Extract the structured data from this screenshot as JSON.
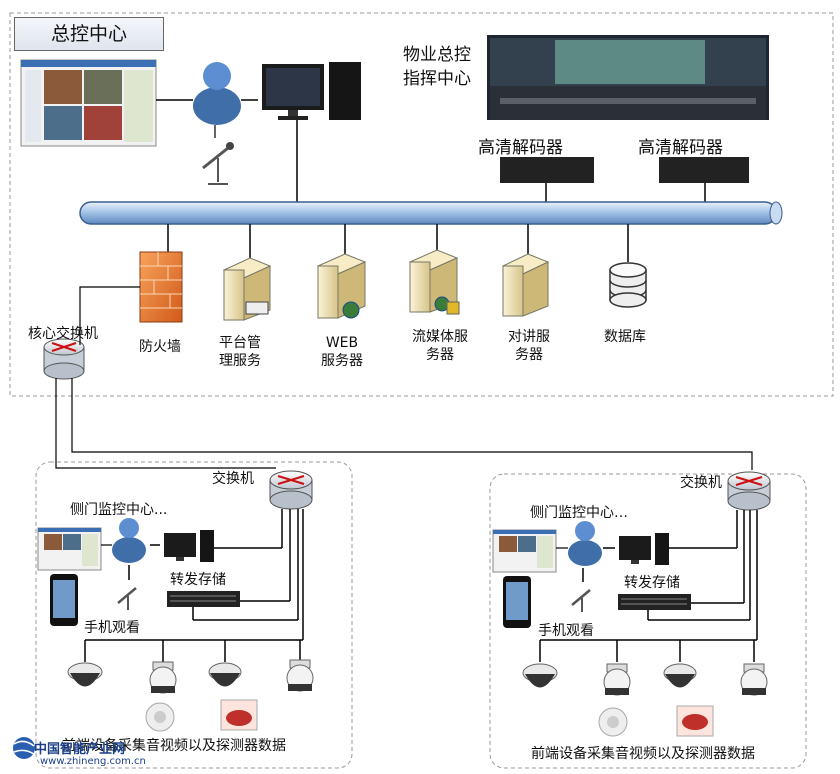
{
  "title": "总控中心",
  "command_center": [
    "物业总控",
    "指挥中心"
  ],
  "decoder_left": "高清解码器",
  "decoder_right": "高清解码器",
  "servers": {
    "firewall": "防火墙",
    "platform": [
      "平台管",
      "理服务"
    ],
    "web": [
      "WEB",
      "服务器"
    ],
    "streaming": [
      "流媒体服",
      "务器"
    ],
    "intercom": [
      "对讲服",
      "务器"
    ],
    "database": "数据库"
  },
  "core_switch": "核心交换机",
  "left_site": {
    "switch": "交换机",
    "center": "侧门监控中心...",
    "storage": "转发存储",
    "phone": "手机观看",
    "front": "前端设备采集音视频以及探测器数据"
  },
  "right_site": {
    "switch": "交换机",
    "center": "侧门监控中心…",
    "storage": "转发存储",
    "phone": "手机观看",
    "front": "前端设备采集音视频以及探测器数据"
  },
  "watermark": {
    "name": "中国智能产业网",
    "url": "www.zhineng.com.cn"
  }
}
